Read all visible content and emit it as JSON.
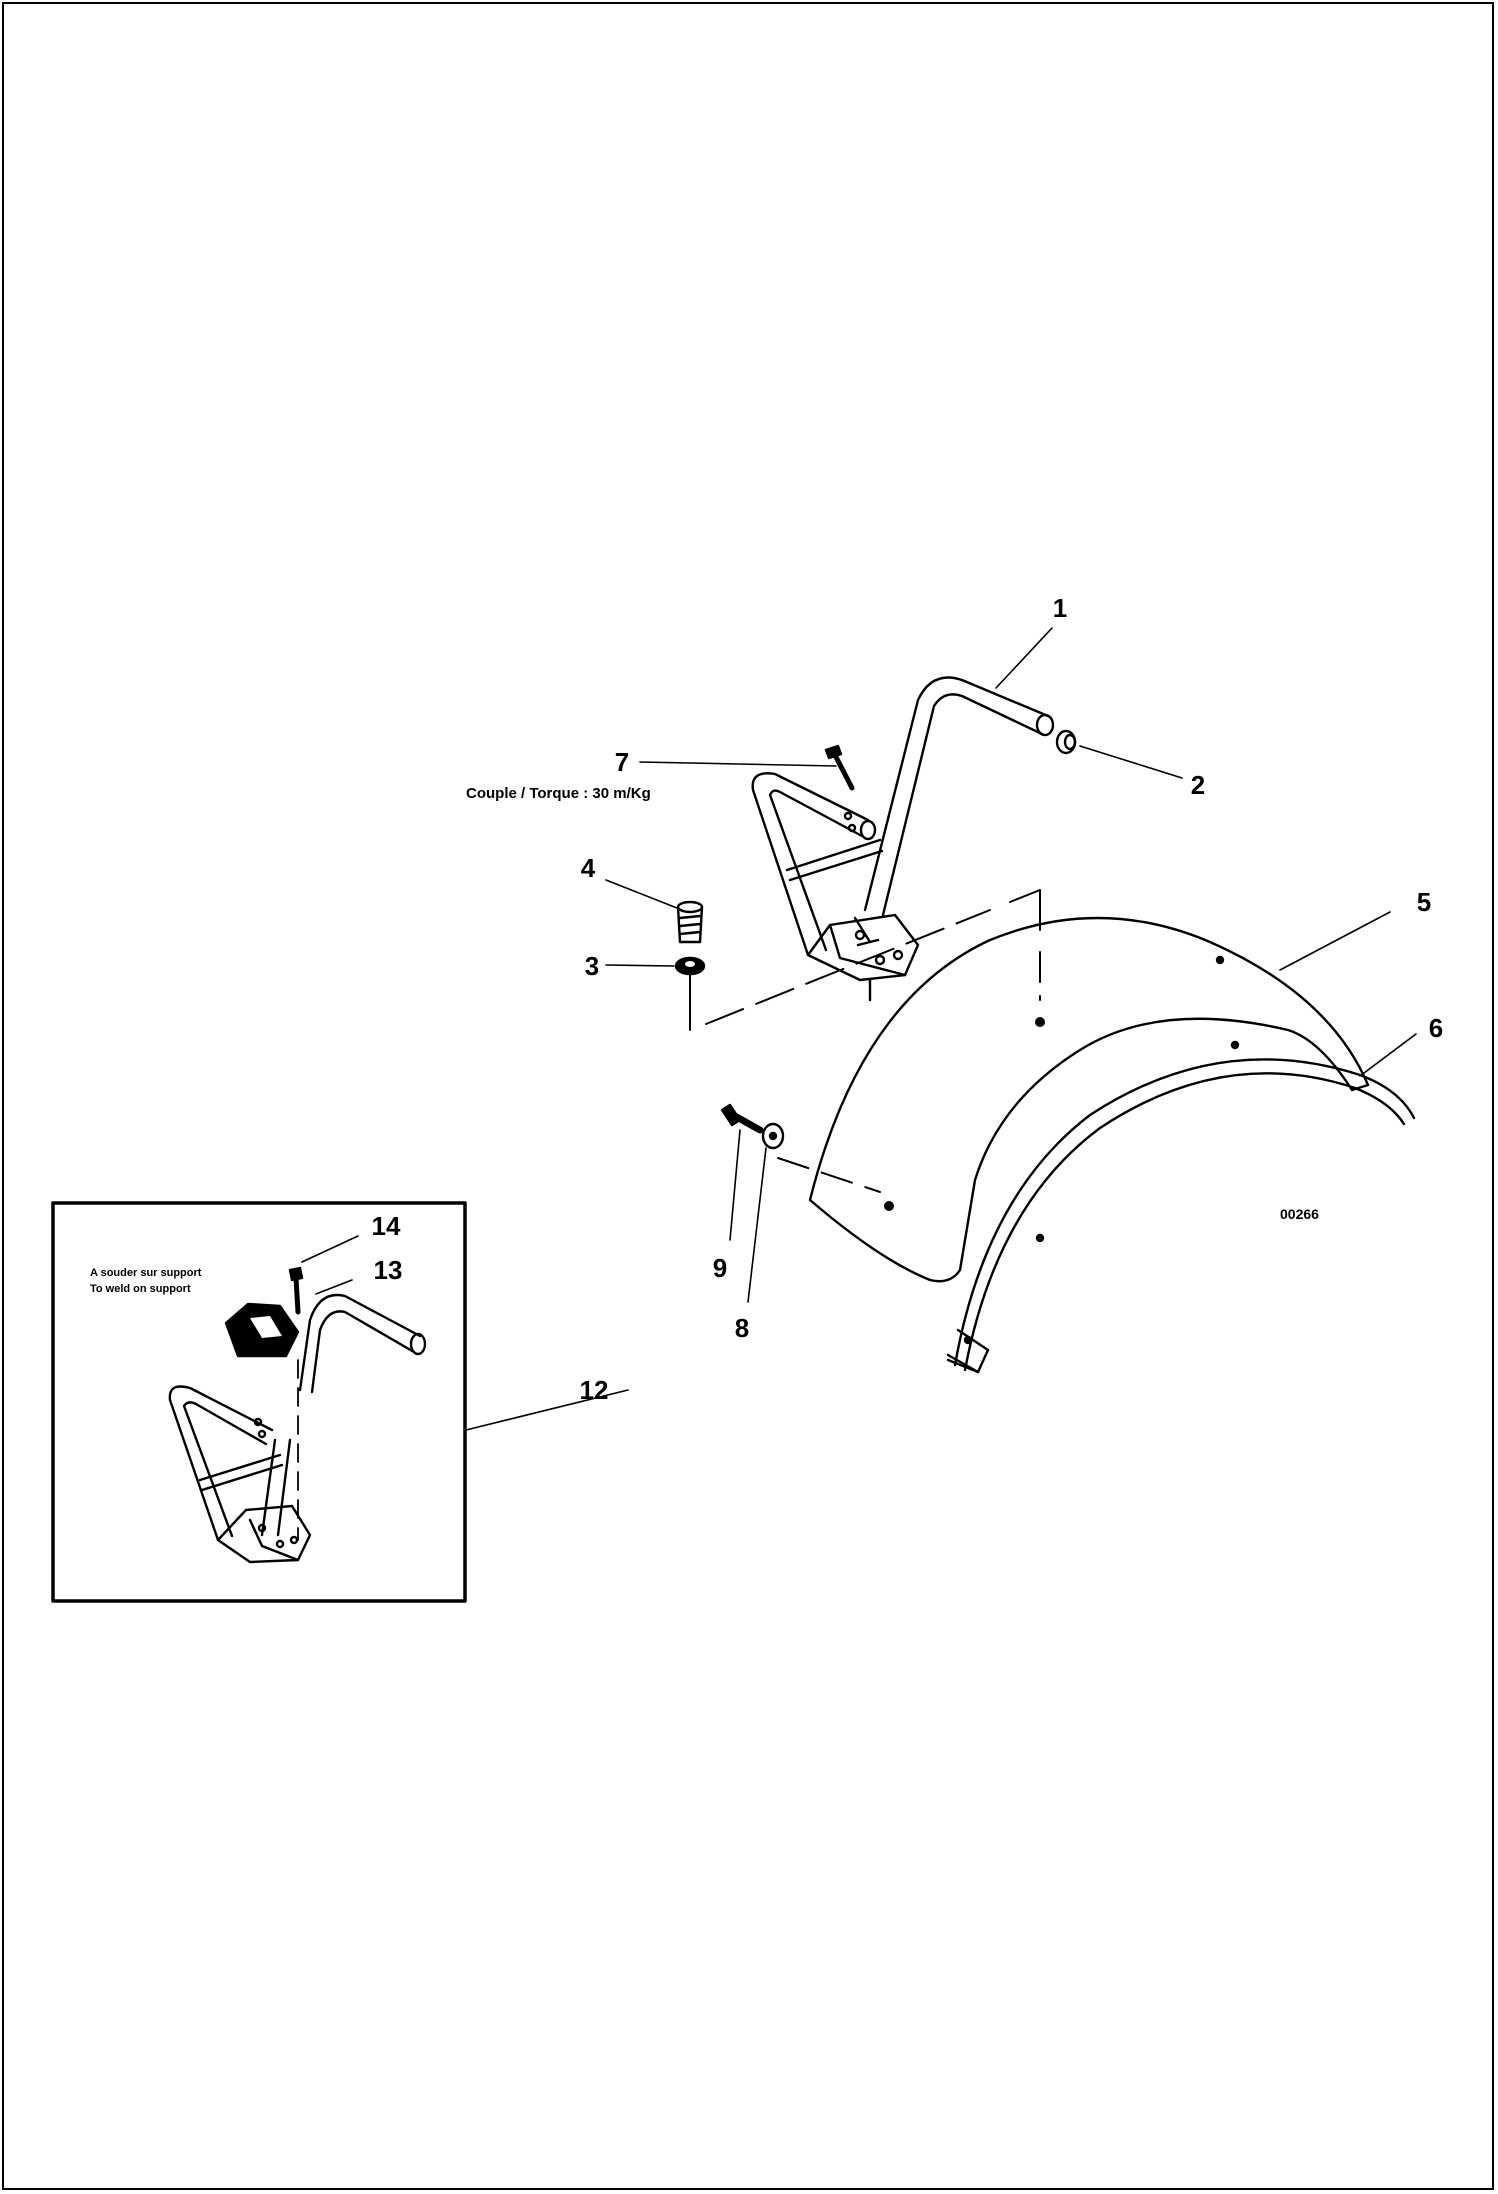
{
  "callouts": {
    "c1": "1",
    "c2": "2",
    "c3": "3",
    "c4": "4",
    "c5": "5",
    "c6": "6",
    "c7": "7",
    "c8": "8",
    "c9": "9",
    "c12": "12",
    "c13": "13",
    "c14": "14"
  },
  "torque_note": "Couple / Torque : 30 m/Kg",
  "weld_note_fr": "A souder sur support",
  "weld_note_en": "To weld on support",
  "drawing_code": "00266",
  "colors": {
    "line": "#000000",
    "background": "#ffffff"
  }
}
